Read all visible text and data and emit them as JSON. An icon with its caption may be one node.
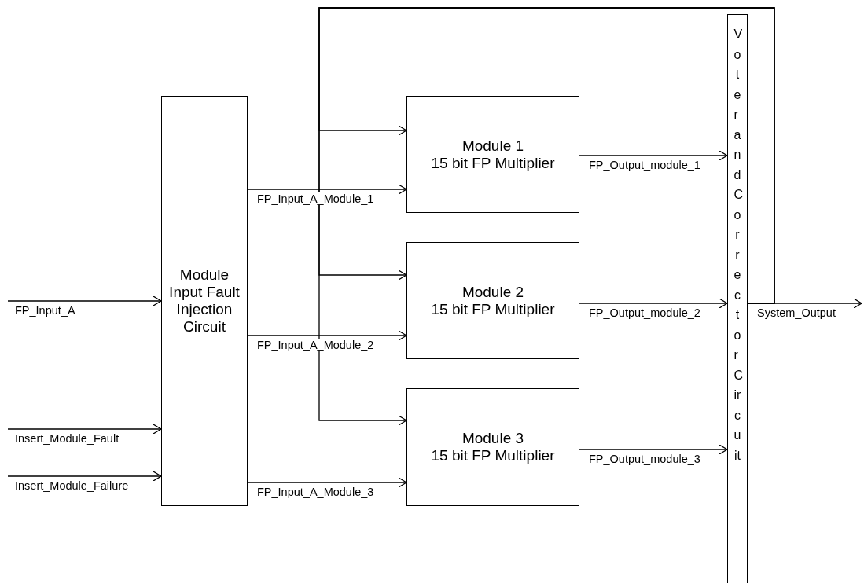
{
  "diagram": {
    "nodes": [
      {
        "text": [
          "Module Input Fault Injection Circuit"
        ]
      },
      {
        "text": [
          "Module 1",
          "15 bit FP Multiplier"
        ]
      },
      {
        "text": [
          "Module 2",
          "15 bit FP Multiplier"
        ]
      },
      {
        "text": [
          "Module 3",
          "15 bit FP Multiplier"
        ]
      },
      {
        "text": [
          "Voter and Corrector Circuit"
        ]
      }
    ],
    "edges": [
      {
        "from": null,
        "to": 0,
        "arrow": "to",
        "label": "FP_Input_A"
      },
      {
        "from": null,
        "to": 0,
        "arrow": "to",
        "label": "Insert_Module_Fault"
      },
      {
        "from": null,
        "to": 0,
        "arrow": "to",
        "label": "Insert_Module_Failure"
      },
      {
        "from": 0,
        "to": 1,
        "arrow": "to",
        "label": "FP_Input_A_Module_1"
      },
      {
        "from": 0,
        "to": 2,
        "arrow": "to",
        "label": "FP_Input_A_Module_2"
      },
      {
        "from": 0,
        "to": 3,
        "arrow": "to",
        "label": "FP_Input_A_Module_3"
      },
      {
        "from": 1,
        "to": 4,
        "arrow": "to",
        "label": "FP_Output_module_1"
      },
      {
        "from": 2,
        "to": 4,
        "arrow": "to",
        "label": "FP_Output_module_2"
      },
      {
        "from": 3,
        "to": 4,
        "arrow": "to",
        "label": "FP_Output_module_3"
      },
      {
        "from": 4,
        "to": null,
        "arrow": "to",
        "label": "System_Output"
      },
      {
        "from": 4,
        "to": 1,
        "arrow": "to"
      },
      {
        "from": 4,
        "to": 2,
        "arrow": "to"
      },
      {
        "from": 4,
        "to": 3,
        "arrow": "to"
      }
    ]
  }
}
